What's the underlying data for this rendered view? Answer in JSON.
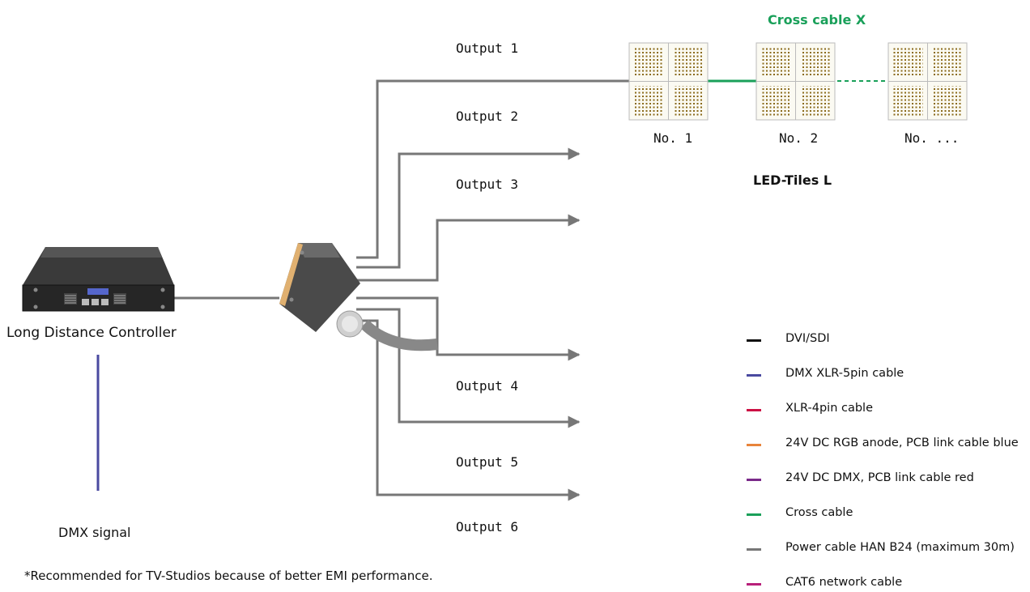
{
  "colors": {
    "power_cable": "#777777",
    "cross_cable": "#1aa05a",
    "dmx_cable": "#4a4aa0",
    "tile_dot": "#8a6a1a"
  },
  "outputs": [
    "Output 1",
    "Output 2",
    "Output 3",
    "Output 4",
    "Output 5",
    "Output 6"
  ],
  "cross_cable_label": "Cross cable X",
  "tiles": {
    "labels": [
      "No. 1",
      "No. 2",
      "No. ..."
    ],
    "group_label": "LED-Tiles L"
  },
  "controller_label": "Long Distance Controller",
  "dmx_label": "DMX signal",
  "footnote": "*Recommended for TV-Studios because of better EMI performance.",
  "legend": [
    {
      "label": "DVI/SDI",
      "color": "#111111"
    },
    {
      "label": "DMX XLR-5pin cable",
      "color": "#4a4aa0"
    },
    {
      "label": "XLR-4pin cable",
      "color": "#cc1144"
    },
    {
      "label": "24V DC RGB anode, PCB link cable blue",
      "color": "#e8843a"
    },
    {
      "label": "24V DC DMX, PCB link cable red",
      "color": "#7a2a8a"
    },
    {
      "label": "Cross cable",
      "color": "#1aa05a"
    },
    {
      "label": "Power cable HAN B24 (maximum 30m)",
      "color": "#777777"
    },
    {
      "label": "CAT6 network cable",
      "color": "#b8207a"
    }
  ]
}
